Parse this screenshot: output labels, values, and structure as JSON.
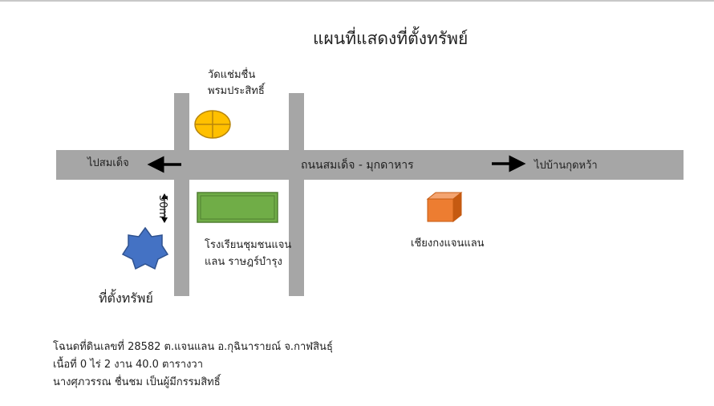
{
  "title": "แผนที่แสดงที่ตั้งทรัพย์",
  "labels": {
    "temple": [
      "วัดแช่มชื่น",
      "พรมประสิทธิ์"
    ],
    "road_name": "ถนนสมเด็จ - มุกดาหาร",
    "to_left": "ไปสมเด็จ",
    "to_right": "ไปบ้านกุดหว้า",
    "distance": "50m",
    "school": [
      "โรงเรียนชุมชนแจน",
      "แลน ราษฎร์บำรุง"
    ],
    "shop": "เชียงกงแจนแลน",
    "property": "ที่ตั้งทรัพย์"
  },
  "footer": [
    "โฉนดที่ดินเลขที่ 28582 ต.แจนแลน อ.กุฉินารายณ์ จ.กาฬสินธุ์",
    "เนื้อที่ 0 ไร่ 2 งาน 40.0 ตารางวา",
    "นางศุภวรรณ ชื่นชม เป็นผู้มีกรรมสิทธิ์"
  ],
  "colors": {
    "road": "#a6a6a6",
    "temple_fill": "#ffc000",
    "temple_stroke": "#b8860b",
    "school_fill": "#70ad47",
    "school_stroke": "#507e32",
    "shop_front": "#ed7d31",
    "shop_side": "#c55a11",
    "shop_top": "#f4a470",
    "property_fill": "#4472c4",
    "property_stroke": "#2f528f",
    "arrow": "#000000"
  },
  "icons": {
    "temple": "temple-circle-icon",
    "school": "school-rectangle-icon",
    "shop": "shop-cube-icon",
    "property": "property-star-icon"
  }
}
